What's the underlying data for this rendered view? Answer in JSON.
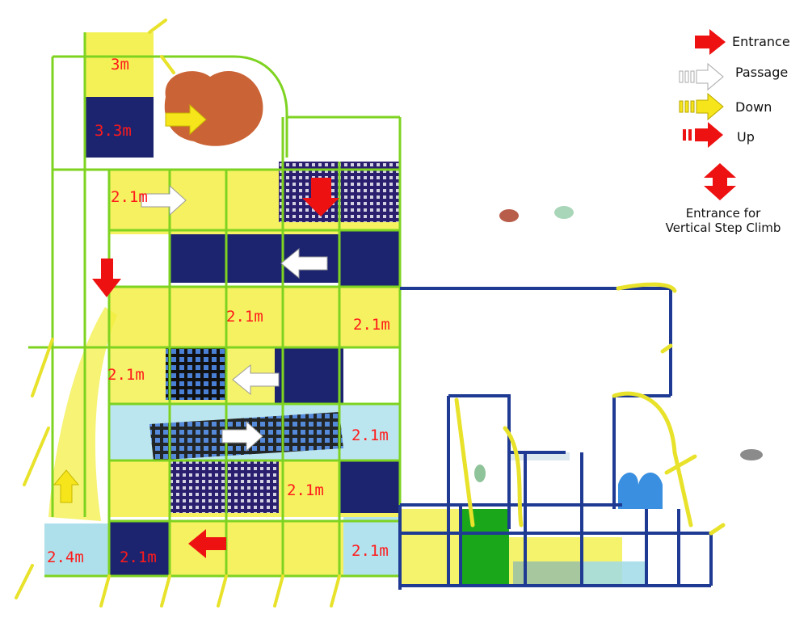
{
  "legend": {
    "entrance": "Entrance",
    "passage": "Passage",
    "down": "Down",
    "up": "Up",
    "vertical_line1": "Entrance for",
    "vertical_line2": "Vertical Step Climb"
  },
  "height_labels": [
    "3m",
    "3.3m",
    "2.1m",
    "2.1m",
    "2.1m",
    "2.1m",
    "2.1m",
    "2.1m",
    "2.4m",
    "2.1m",
    "2.1m"
  ],
  "colors": {
    "frame_green": "#7ed321",
    "frame_navy": "#1f3a93",
    "panel_yellow": "#f2ee3a",
    "panel_navy": "#1c2470",
    "panel_cyan": "#9fdbe8",
    "label_red": "#ff1a1a",
    "arrow_red": "#ee1111",
    "arrow_yellow": "#f5e51a"
  }
}
